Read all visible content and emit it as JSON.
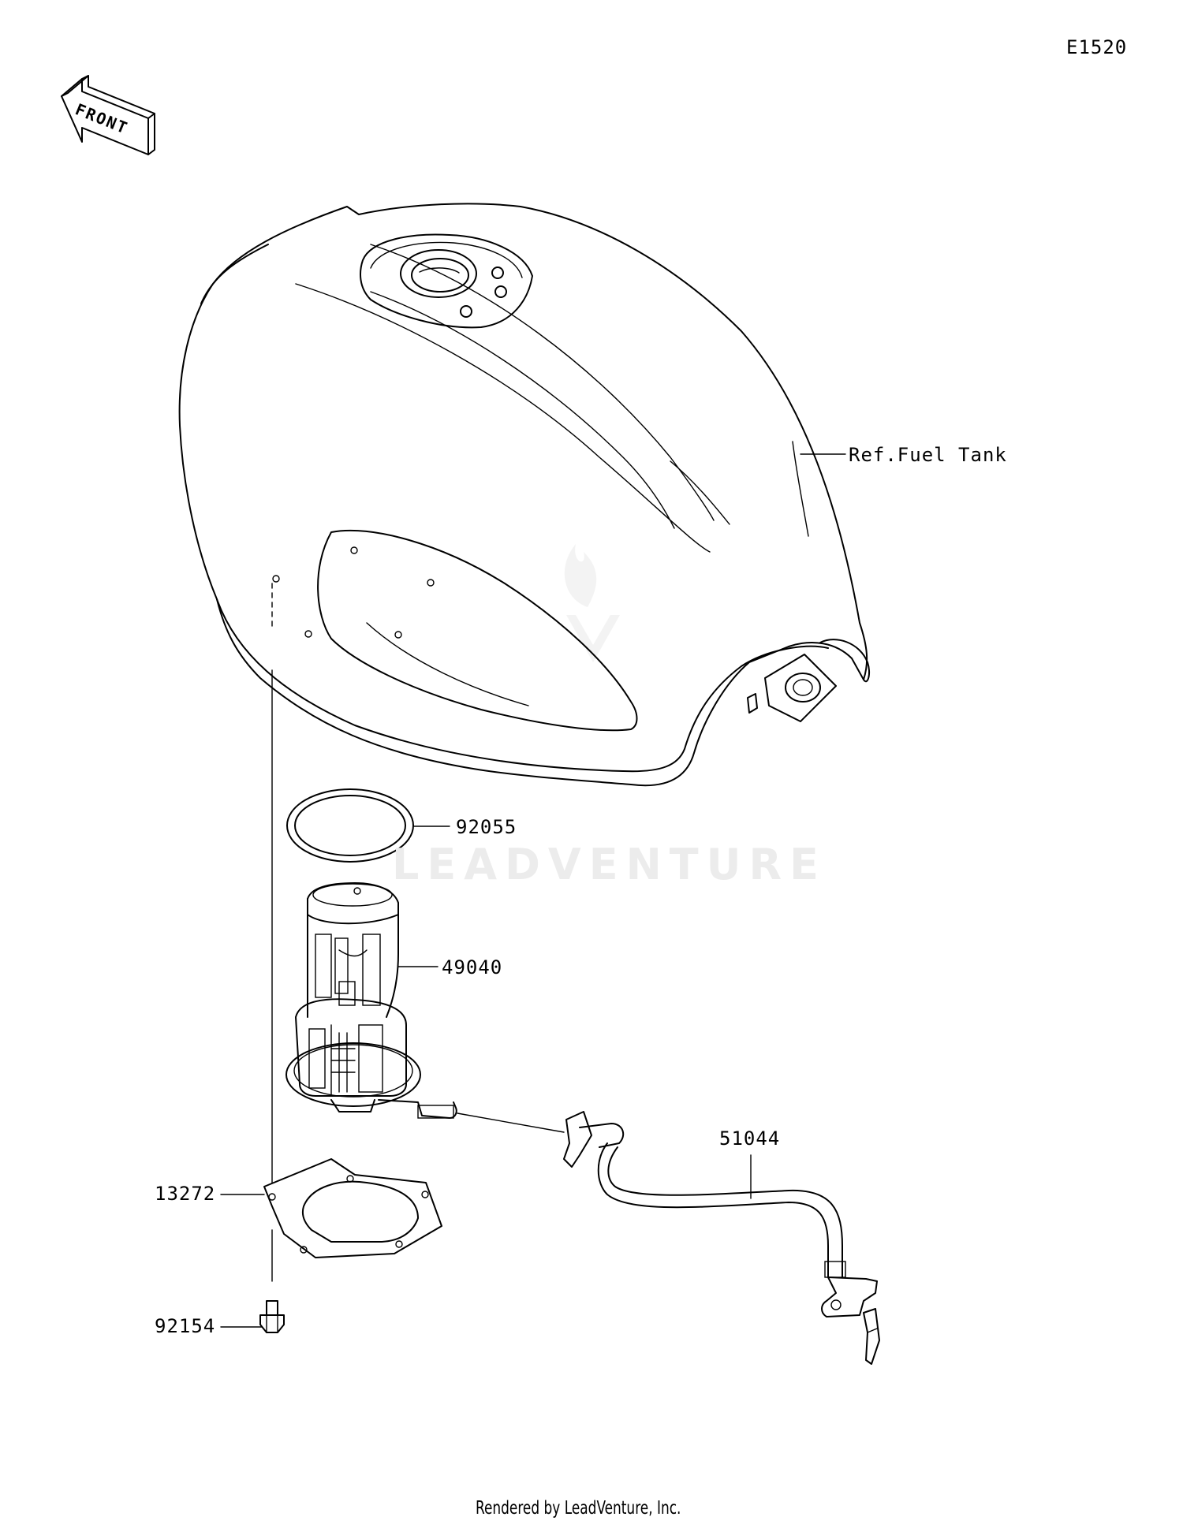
{
  "diagram_code": "E1520",
  "front_arrow_label": "FRONT",
  "watermark_text": "LEADVENTURE",
  "footer_text": "Rendered by LeadVenture, Inc.",
  "callouts": {
    "fuel_tank_ref": "Ref.Fuel Tank",
    "gasket": "92055",
    "fuel_pump": "49040",
    "hose": "51044",
    "plate": "13272",
    "bolt": "92154"
  }
}
